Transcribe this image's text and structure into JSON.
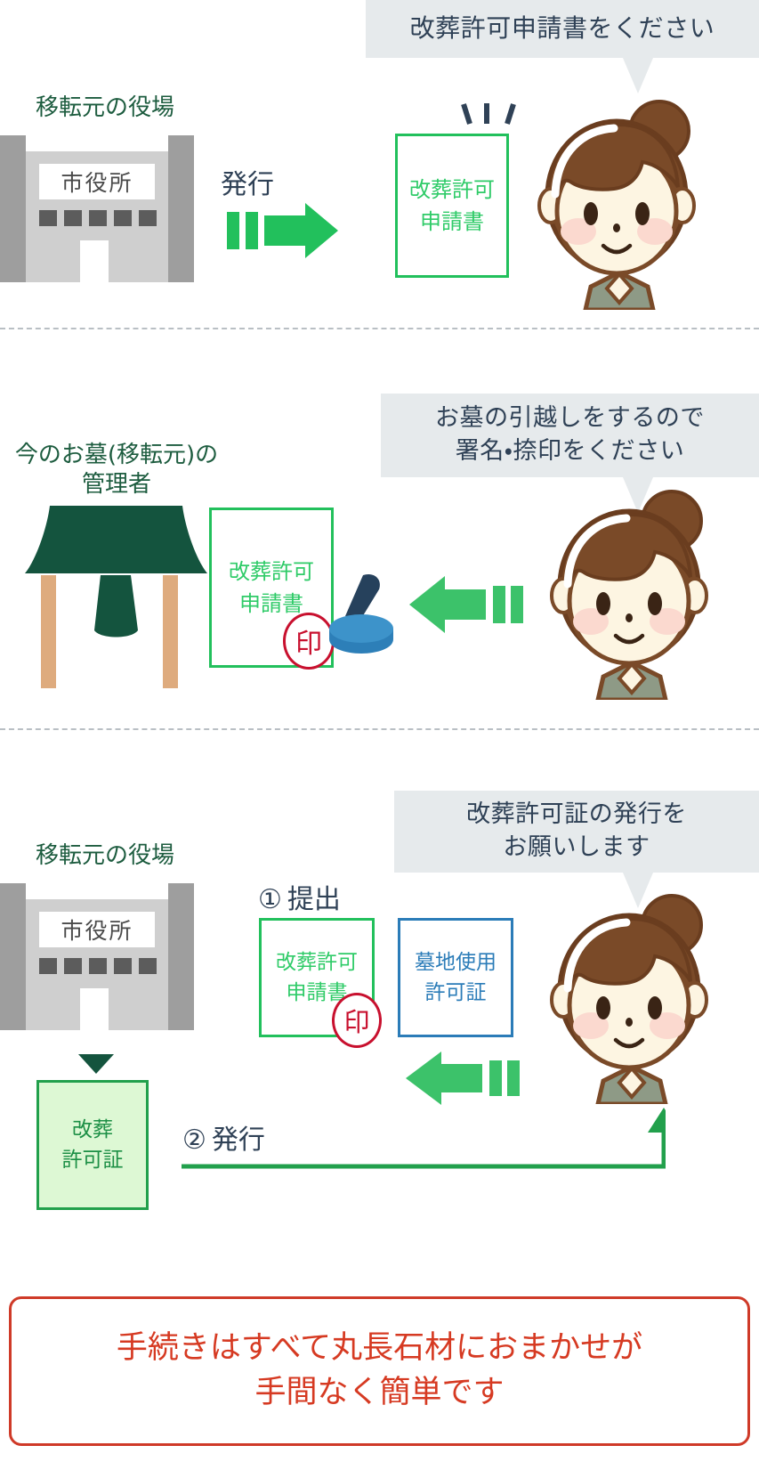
{
  "meta": {
    "title": "改葬手続きの流れ"
  },
  "colors": {
    "green_accent": "#22c05c",
    "green_dark": "#1d5c3f",
    "green_fill": "#ddf8d4",
    "blue_doc": "#2b7cb8",
    "navy_text": "#2f4156",
    "bubble_bg": "#e6eaec",
    "stamp_red": "#c8102e",
    "banner_red": "#d63a22",
    "hair_brown": "#7a4a28",
    "face_cream": "#fdf5e2",
    "cheek_pink": "#fbd9cf",
    "building_gray": "#cfcfcf",
    "pillar_gray": "#9e9e9e",
    "temple_green": "#14543e",
    "temple_pillar_tan": "#deab7e",
    "stamp_tool_blue": "#2d7fb8",
    "stamp_tool_navy": "#26415c"
  },
  "steps": [
    {
      "id": "step-1",
      "bubble": {
        "lines": [
          "改葬許可申請書をください"
        ]
      },
      "role_label": {
        "lines": [
          "移転元の役場"
        ]
      },
      "building": {
        "type": "city-hall",
        "sign": "市役所"
      },
      "action_label": "発行",
      "arrow_direction": "right",
      "documents": [
        {
          "id": "doc-kaisou-shinseisho",
          "style": "green",
          "lines": [
            "改葬許可",
            "申請書"
          ],
          "stamped": false
        }
      ]
    },
    {
      "id": "step-2",
      "bubble": {
        "lines": [
          "お墓の引越しをするので",
          "署名・捺印をください"
        ]
      },
      "role_label": {
        "lines": [
          "今のお墓(移転元)の",
          "管理者"
        ]
      },
      "building": {
        "type": "temple"
      },
      "arrow_direction": "left",
      "documents": [
        {
          "id": "doc-kaisou-shinseisho-stamped",
          "style": "green",
          "lines": [
            "改葬許可",
            "申請書"
          ],
          "stamped": true,
          "stamp_label": "印"
        }
      ],
      "stamp_tool": "hanko-stamp-icon"
    },
    {
      "id": "step-3",
      "bubble": {
        "lines": [
          "改葬許可証の発行を",
          "お願いします"
        ]
      },
      "role_label": {
        "lines": [
          "移転元の役場"
        ]
      },
      "building": {
        "type": "city-hall",
        "sign": "市役所"
      },
      "numbered_actions": [
        {
          "number": "①",
          "label": "提出"
        },
        {
          "number": "②",
          "label": "発行"
        }
      ],
      "arrow_direction": "left",
      "documents": [
        {
          "id": "doc-kaisou-shinseisho-submit",
          "style": "green",
          "lines": [
            "改葬許可",
            "申請書"
          ],
          "stamped": true,
          "stamp_label": "印"
        },
        {
          "id": "doc-bochi-shiyou",
          "style": "blue",
          "lines": [
            "墓地使用",
            "許可証"
          ],
          "stamped": false
        },
        {
          "id": "doc-kaisou-kyokasho",
          "style": "green-filled",
          "lines": [
            "改葬",
            "許可証"
          ],
          "stamped": false
        }
      ]
    }
  ],
  "banner": {
    "lines": [
      "手続きはすべて丸長石材におまかせが",
      "手間なく簡単です"
    ]
  }
}
